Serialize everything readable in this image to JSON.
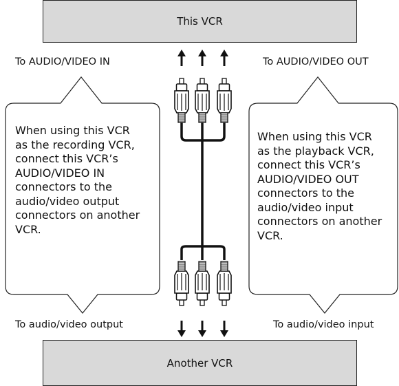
{
  "top_device": {
    "label": "This VCR"
  },
  "bottom_device": {
    "label": "Another VCR"
  },
  "labels": {
    "top_left": "To AUDIO/VIDEO IN",
    "top_right": "To AUDIO/VIDEO OUT",
    "bottom_left": "To audio/video output",
    "bottom_right": "To audio/video input"
  },
  "callouts": {
    "recording": [
      "When using this VCR",
      "as the recording VCR,",
      "connect this VCR’s",
      "AUDIO/VIDEO IN",
      "connectors to the",
      "audio/video output",
      "connectors on another",
      "VCR."
    ],
    "playback": [
      "When using this VCR",
      "as the playback VCR,",
      "connect this VCR’s",
      "AUDIO/VIDEO OUT",
      "connectors to the",
      "audio/video input",
      "connectors on another",
      "VCR."
    ]
  }
}
